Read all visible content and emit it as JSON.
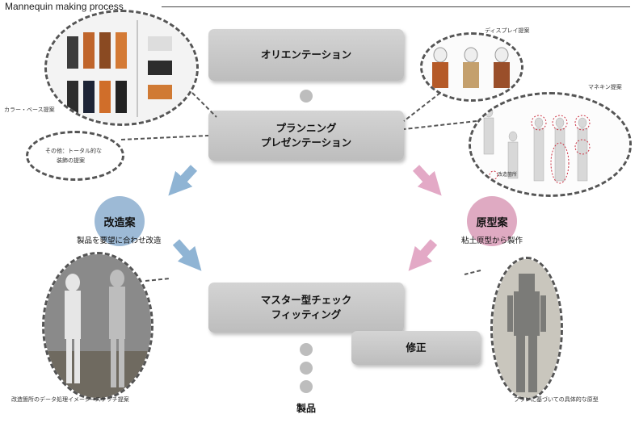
{
  "header": {
    "title": "Mannequin making process"
  },
  "steps": {
    "orientation": "オリエンテーション",
    "planning_line1": "プランニング",
    "planning_line2": "プレゼンテーション",
    "master_line1": "マスター型チェック",
    "master_line2": "フィッティング",
    "revision": "修正",
    "product": "製品"
  },
  "branches": {
    "left_title": "改造案",
    "left_desc": "製品を要望に合わせ改造",
    "right_title": "原型案",
    "right_desc": "粘土原型から製作"
  },
  "captions": {
    "color_base": "カラー・ベース提案",
    "other_total_line1": "その他：トータル的な",
    "other_total_line2": "装飾の提案",
    "display": "ディスプレイ提案",
    "mannequin": "マネキン提案",
    "mannequin_inner": "改造箇所",
    "left_bottom": "改造箇所のデータ処理イメージ→スケッチ提案",
    "right_bottom": "プランに基づいての具体的な原型"
  },
  "colors": {
    "box_fill": "#c8c8c8",
    "left_arrow": "#8fb4d4",
    "right_arrow": "#e3a9c6",
    "left_circle": "#9dbad6",
    "right_circle": "#dfaac2"
  }
}
